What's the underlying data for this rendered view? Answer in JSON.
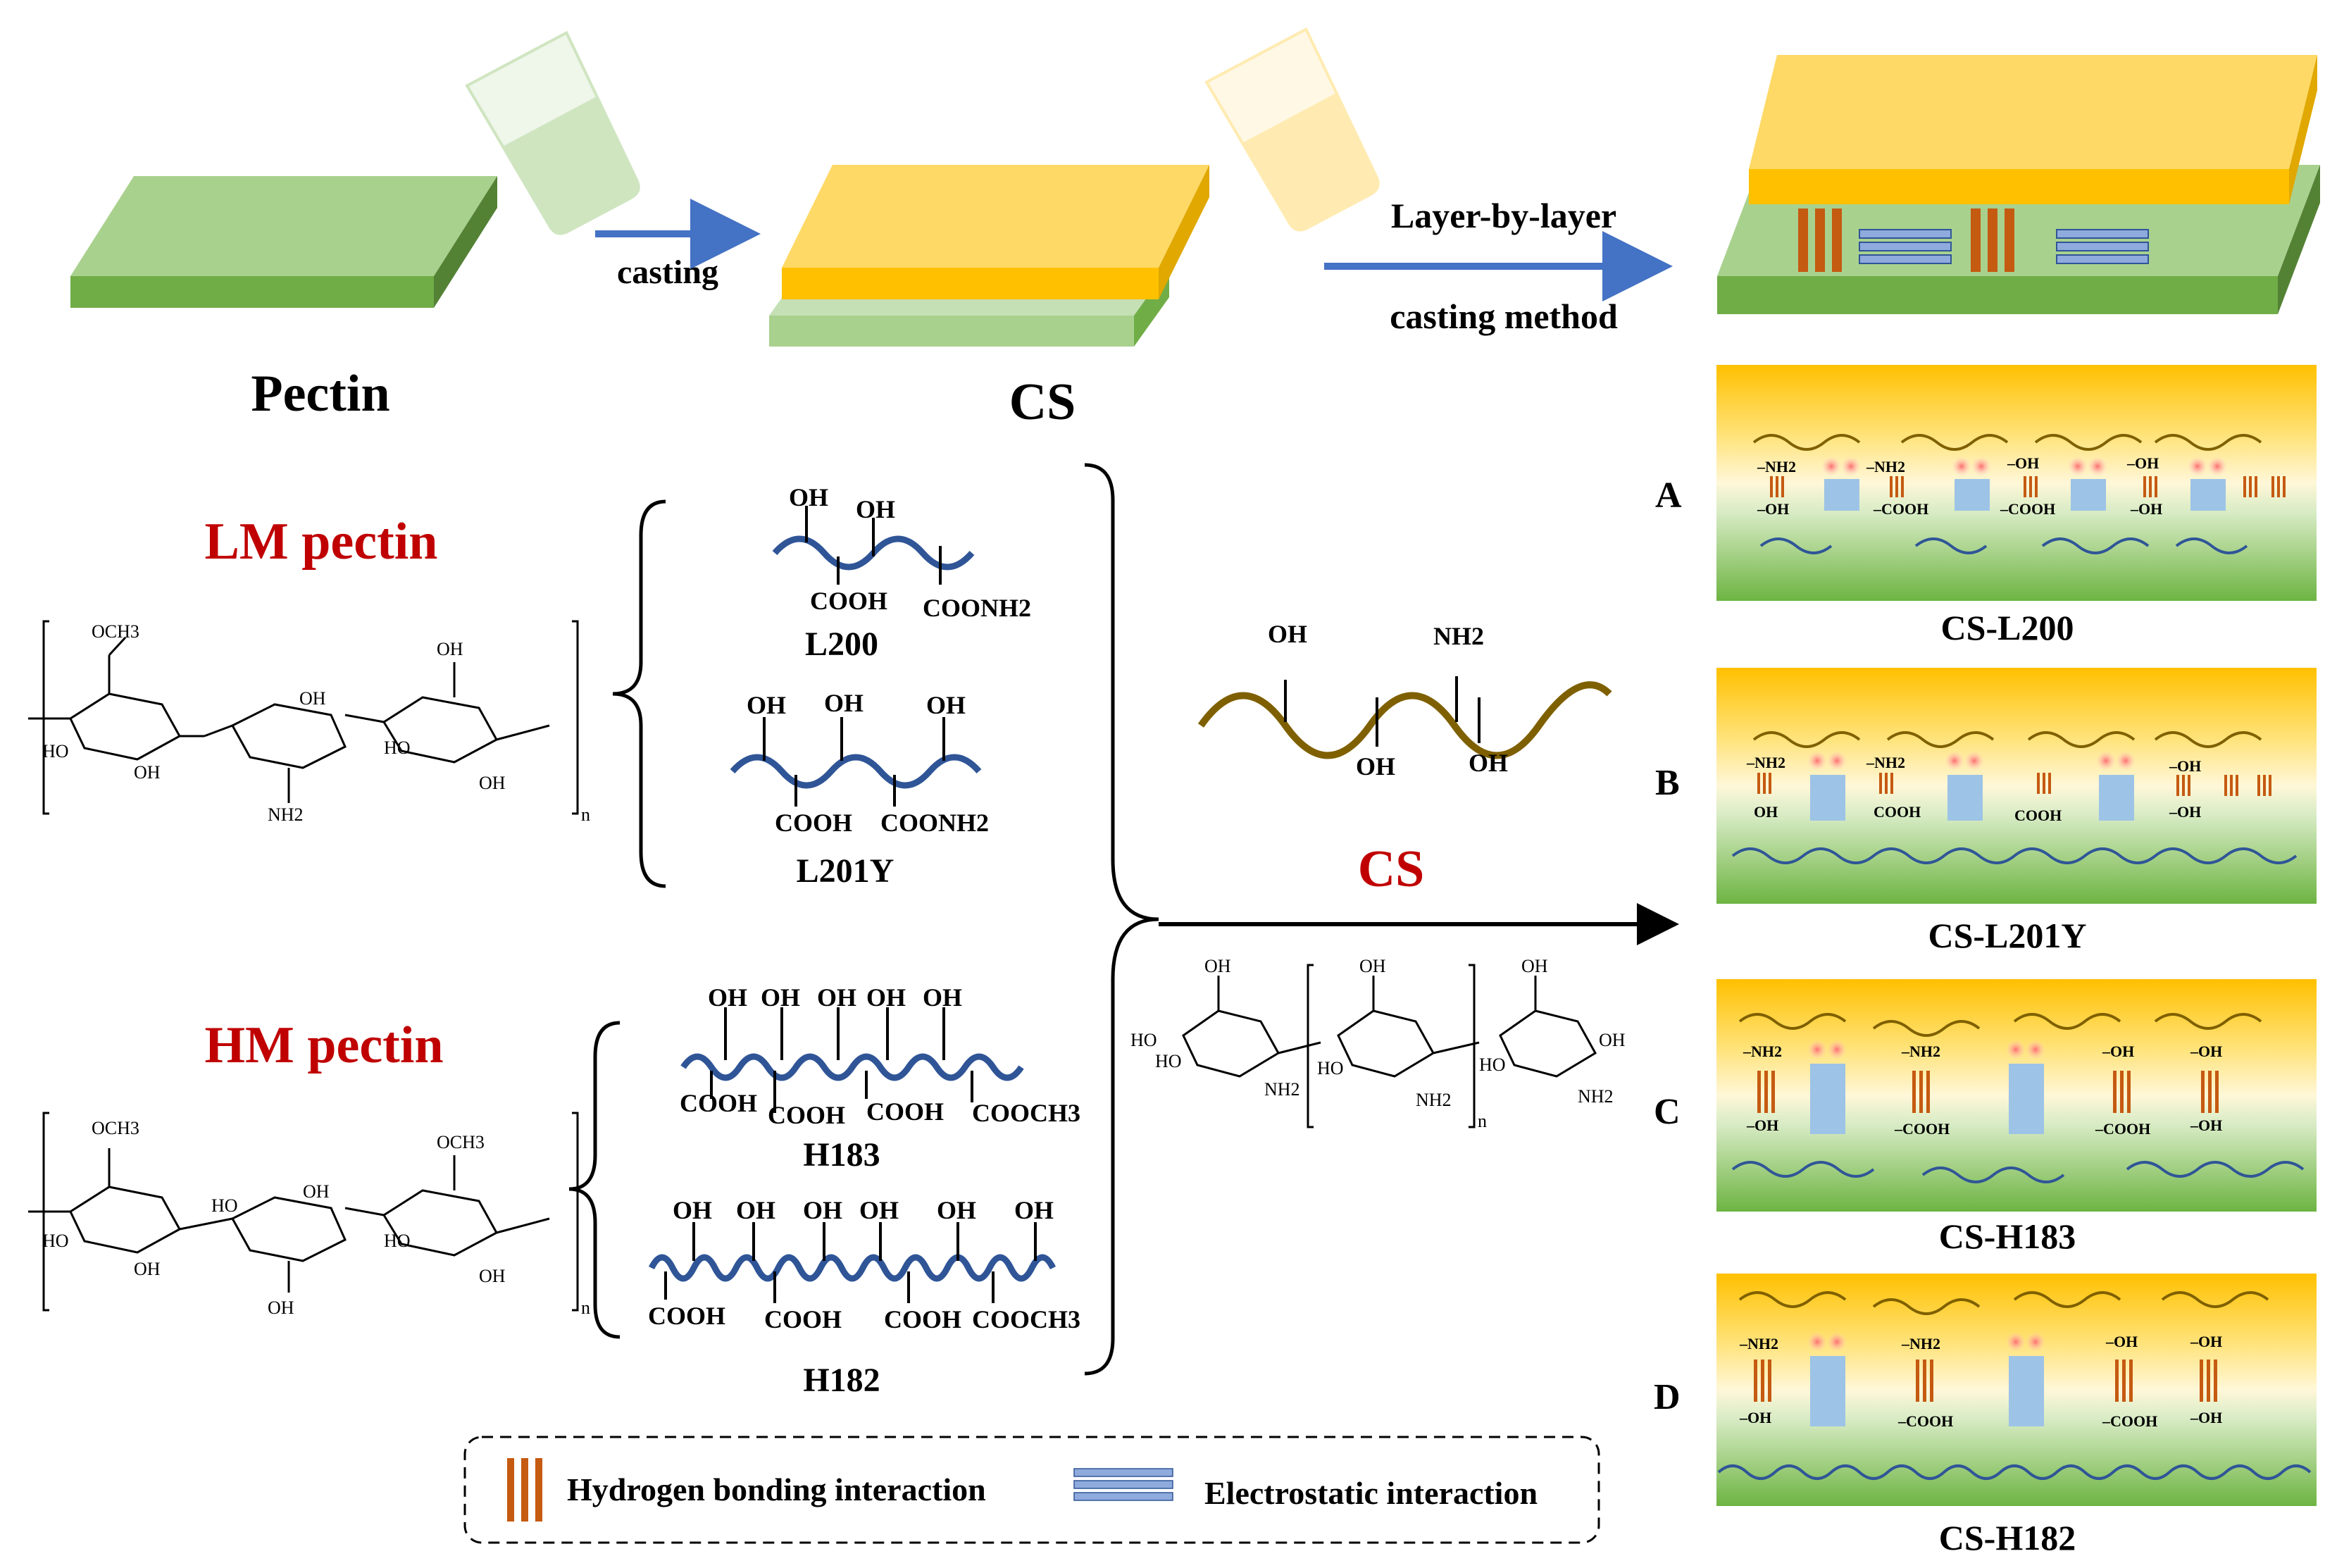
{
  "process": {
    "step1_label": "Pectin",
    "arrow1_label": "casting",
    "step2_label": "CS",
    "arrow2_label_line1": "Layer-by-layer",
    "arrow2_label_line2": "casting method"
  },
  "pectin_types": {
    "lm_label": "LM pectin",
    "hm_label": "HM pectin",
    "lm_structure": {
      "och3": "OCH3",
      "oh": "OH",
      "ho": "HO",
      "nh2": "NH2",
      "n": "n"
    },
    "hm_structure": {
      "och3": "OCH3",
      "oh": "OH",
      "ho": "HO",
      "n": "n"
    }
  },
  "samples": [
    {
      "name": "L200",
      "top_groups": [
        "OH",
        "OH"
      ],
      "bottom_groups": [
        "COOH",
        "COONH2"
      ]
    },
    {
      "name": "L201Y",
      "top_groups": [
        "OH",
        "OH",
        "OH"
      ],
      "bottom_groups": [
        "COOH",
        "COONH2"
      ]
    },
    {
      "name": "H183",
      "top_groups": [
        "OH",
        "OH",
        "OH",
        "OH",
        "OH"
      ],
      "bottom_groups": [
        "COOH",
        "COOH",
        "COOH",
        "COOCH3"
      ]
    },
    {
      "name": "H182",
      "top_groups": [
        "OH",
        "OH",
        "OH",
        "OH",
        "OH",
        "OH"
      ],
      "bottom_groups": [
        "COOH",
        "COOH",
        "COOH",
        "COOCH3"
      ]
    }
  ],
  "chitosan": {
    "label": "CS",
    "top_groups": [
      "OH",
      "NH2"
    ],
    "bottom_groups": [
      "OH",
      "OH"
    ],
    "structure": {
      "oh": "OH",
      "ho": "HO",
      "nh2": "NH2",
      "n": "n"
    }
  },
  "panels": [
    {
      "letter": "A",
      "caption": "CS-L200",
      "top_groups": [
        "–NH2",
        "–NH2",
        "–OH",
        "–OH"
      ],
      "bottom_groups": [
        "–OH",
        "–COOH",
        "–COOH",
        "–OH"
      ]
    },
    {
      "letter": "B",
      "caption": "CS-L201Y",
      "top_groups": [
        "–NH2",
        "–NH2",
        "–OH"
      ],
      "bottom_groups": [
        "OH",
        "COOH",
        "COOH",
        "–OH"
      ]
    },
    {
      "letter": "C",
      "caption": "CS-H183",
      "top_groups": [
        "–NH2",
        "–NH2",
        "–OH",
        "–OH"
      ],
      "bottom_groups": [
        "–OH",
        "–COOH",
        "–COOH",
        "–OH"
      ]
    },
    {
      "letter": "D",
      "caption": "CS-H182",
      "top_groups": [
        "–NH2",
        "–NH2",
        "–OH",
        "–OH"
      ],
      "bottom_groups": [
        "–OH",
        "–COOH",
        "–COOH",
        "–OH"
      ]
    }
  ],
  "legend": {
    "hbond_label": "Hydrogen bonding interaction",
    "electrostatic_label": "Electrostatic interaction"
  },
  "colors": {
    "pectin_green": "#70ad47",
    "cs_yellow": "#ffc000",
    "red_label": "#c00000",
    "blue_wave": "#2f5597",
    "brown_wave": "#7f6000",
    "hbond_orange": "#c55a11",
    "arrow_blue": "#4472c4"
  }
}
